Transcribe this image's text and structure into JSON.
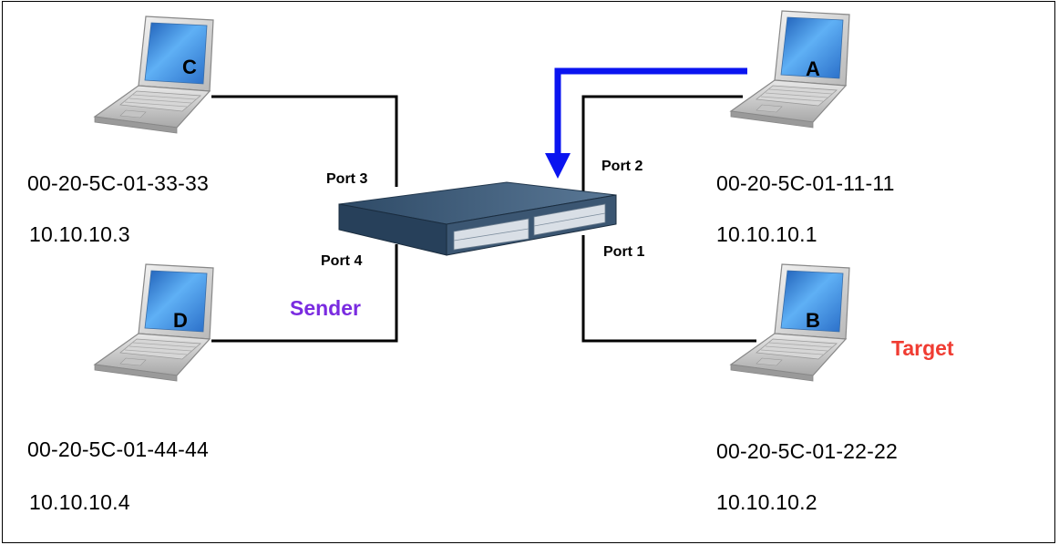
{
  "hosts": {
    "a": {
      "letter": "A",
      "mac": "00-20-5C-01-11-11",
      "ip": "10.10.10.1"
    },
    "b": {
      "letter": "B",
      "mac": "00-20-5C-01-22-22",
      "ip": "10.10.10.2"
    },
    "c": {
      "letter": "C",
      "mac": "00-20-5C-01-33-33",
      "ip": "10.10.10.3"
    },
    "d": {
      "letter": "D",
      "mac": "00-20-5C-01-44-44",
      "ip": "10.10.10.4"
    }
  },
  "ports": {
    "p1": "Port 1",
    "p2": "Port 2",
    "p3": "Port 3",
    "p4": "Port 4"
  },
  "roles": {
    "sender": "Sender",
    "target": "Target"
  },
  "colors": {
    "line": "#000000",
    "arrow": "#0a14f0",
    "sender": "#7a2be0",
    "target": "#f03c32",
    "screen": "#3f95e8"
  },
  "icons": {
    "host": "laptop-icon",
    "switch": "network-switch-icon",
    "flow": "arrow-icon"
  }
}
